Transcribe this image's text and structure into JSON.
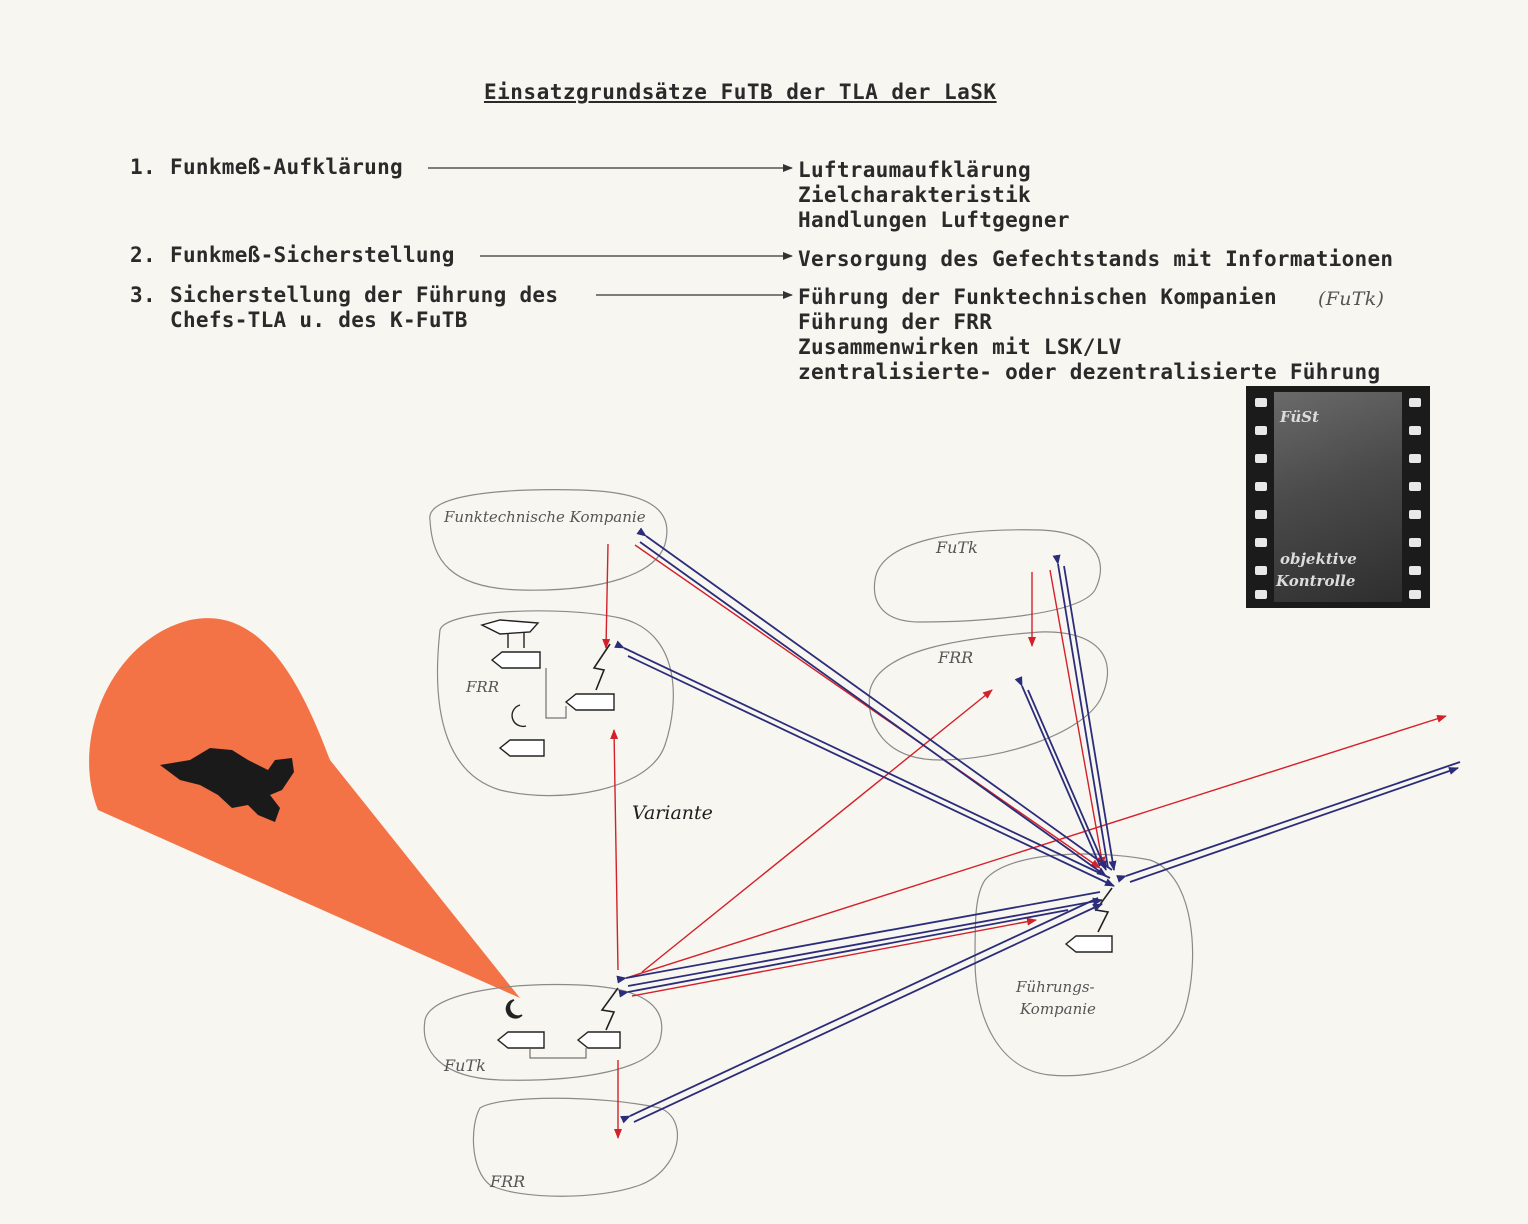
{
  "title": "Einsatzgrundsätze FuTB der TLA der LaSK",
  "principles": [
    {
      "number": "1.",
      "name_lines": [
        "Funkmeß-Aufklärung"
      ],
      "results": [
        "Luftraumaufklärung",
        "Zielcharakteristik",
        "Handlungen Luftgegner"
      ]
    },
    {
      "number": "2.",
      "name_lines": [
        "Funkmeß-Sicherstellung"
      ],
      "results": [
        "Versorgung des Gefechtstands mit Informationen"
      ]
    },
    {
      "number": "3.",
      "name_lines": [
        "Sicherstellung der Führung des",
        "Chefs-TLA u. des K-FuTB"
      ],
      "results": [
        "Führung der Funktechnischen Kompanien",
        "Führung der FRR",
        "Zusammenwirken mit LSK/LV",
        "zentralisierte- oder dezentralisierte Führung"
      ],
      "handwritten_note": "(FuTk)"
    }
  ],
  "film": {
    "top_label": "FüSt",
    "bottom_label_1": "objektive",
    "bottom_label_2": "Kontrolle"
  },
  "diagram_labels": {
    "funktechnische_kompanie": "Funktechnische Kompanie",
    "frr_left": "FRR",
    "futk_top_right": "FuTk",
    "frr_right": "FRR",
    "variante": "Variante",
    "futk_bottom": "FuTk",
    "frr_bottom": "FRR",
    "fuehrungskompanie_1": "Führungs-",
    "fuehrungskompanie_2": "Kompanie"
  },
  "colors": {
    "blue_arrow": "#2b2d7a",
    "red_arrow": "#d4202a",
    "radar_beam": "#f26a3c",
    "pencil": "#7a7a7a"
  }
}
